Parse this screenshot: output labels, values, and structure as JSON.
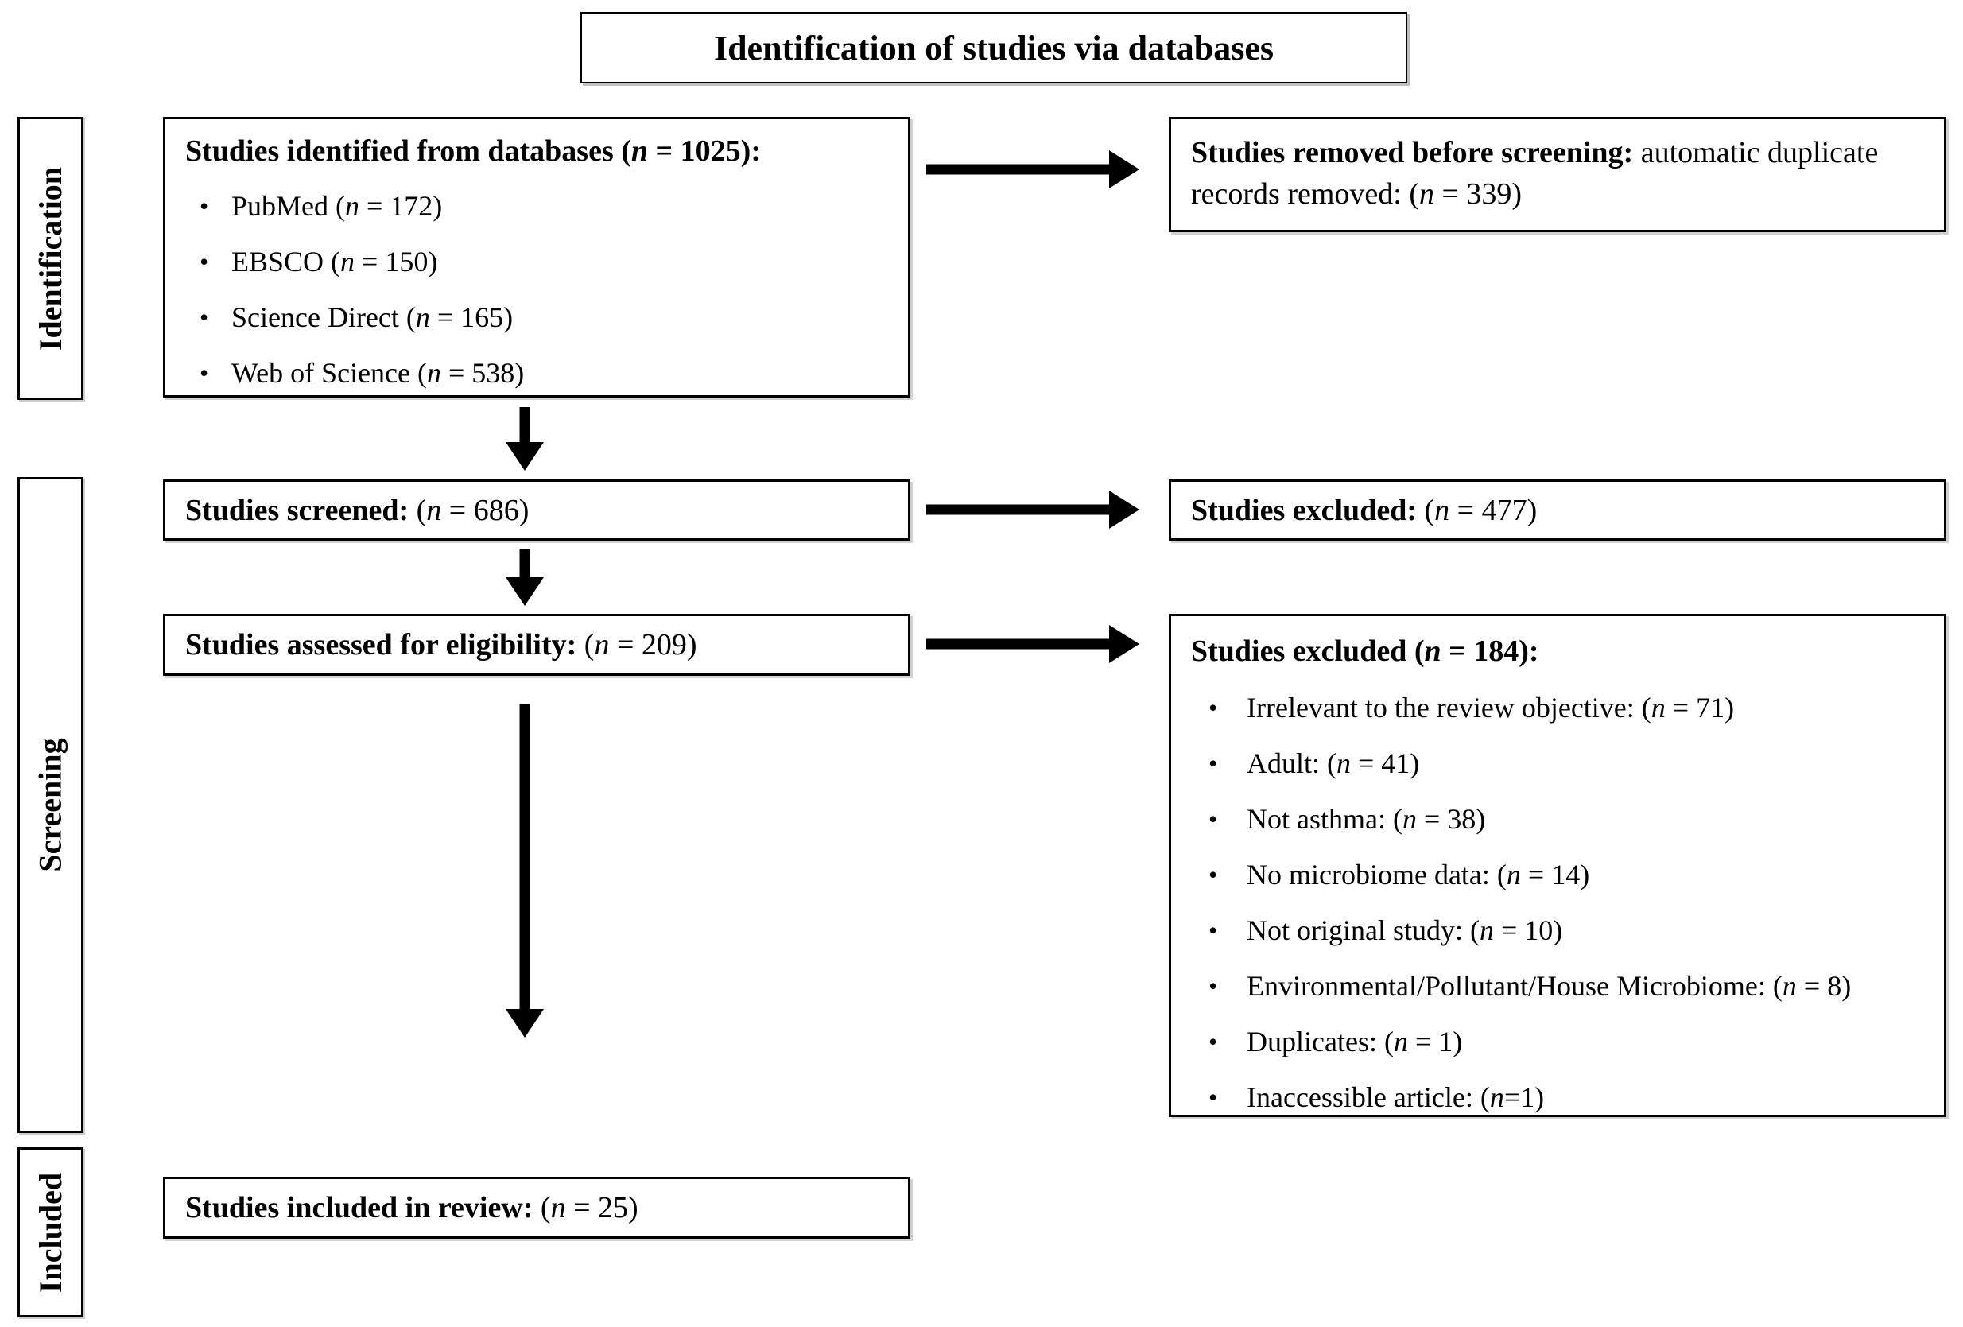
{
  "title": "Identification of studies via databases",
  "bullet_char": "•",
  "colors": {
    "line": "#000000",
    "background": "#ffffff",
    "text": "#000000"
  },
  "side_labels": {
    "identification": "Identification",
    "screening": "Screening",
    "included": "Included"
  },
  "boxes": {
    "identified": {
      "heading": [
        {
          "t": "Studies identified from databases (",
          "b": true
        },
        {
          "t": "n",
          "b": true,
          "i": true
        },
        {
          "t": " = 1025):",
          "b": true
        }
      ],
      "bullets": [
        [
          {
            "t": "PubMed ("
          },
          {
            "t": "n",
            "i": true
          },
          {
            "t": " = 172)"
          }
        ],
        [
          {
            "t": "EBSCO ("
          },
          {
            "t": "n",
            "i": true
          },
          {
            "t": " = 150)"
          }
        ],
        [
          {
            "t": "Science Direct ("
          },
          {
            "t": "n",
            "i": true
          },
          {
            "t": " = 165)"
          }
        ],
        [
          {
            "t": "Web of Science ("
          },
          {
            "t": "n",
            "i": true
          },
          {
            "t": " = 538)"
          }
        ]
      ]
    },
    "removed": {
      "text": [
        {
          "t": "Studies removed before screening:",
          "b": true
        },
        {
          "t": " automatic duplicate records removed: ("
        },
        {
          "t": "n",
          "i": true
        },
        {
          "t": " = 339)"
        }
      ]
    },
    "screened": {
      "text": [
        {
          "t": "Studies screened:",
          "b": true
        },
        {
          "t": " ("
        },
        {
          "t": "n",
          "i": true
        },
        {
          "t": " = 686)"
        }
      ]
    },
    "excluded_screened": {
      "text": [
        {
          "t": "Studies excluded:",
          "b": true
        },
        {
          "t": " ("
        },
        {
          "t": "n",
          "i": true
        },
        {
          "t": " = 477)"
        }
      ]
    },
    "assessed": {
      "text": [
        {
          "t": "Studies assessed for eligibility:",
          "b": true
        },
        {
          "t": " ("
        },
        {
          "t": "n",
          "i": true
        },
        {
          "t": " = 209)"
        }
      ]
    },
    "excluded_eligibility": {
      "heading": [
        {
          "t": "Studies excluded (",
          "b": true
        },
        {
          "t": "n",
          "b": true,
          "i": true
        },
        {
          "t": " = 184):",
          "b": true
        }
      ],
      "bullets": [
        [
          {
            "t": "Irrelevant to the review objective: ("
          },
          {
            "t": "n",
            "i": true
          },
          {
            "t": " = 71)"
          }
        ],
        [
          {
            "t": "Adult: ("
          },
          {
            "t": "n",
            "i": true
          },
          {
            "t": " = 41)"
          }
        ],
        [
          {
            "t": "Not asthma: ("
          },
          {
            "t": "n",
            "i": true
          },
          {
            "t": " = 38)"
          }
        ],
        [
          {
            "t": "No microbiome data: ("
          },
          {
            "t": "n",
            "i": true
          },
          {
            "t": " = 14)"
          }
        ],
        [
          {
            "t": "Not original study: ("
          },
          {
            "t": "n",
            "i": true
          },
          {
            "t": " = 10)"
          }
        ],
        [
          {
            "t": "Environmental/Pollutant/House Microbiome: ("
          },
          {
            "t": "n",
            "i": true
          },
          {
            "t": " = 8)"
          }
        ],
        [
          {
            "t": "Duplicates: ("
          },
          {
            "t": "n",
            "i": true
          },
          {
            "t": " = 1)"
          }
        ],
        [
          {
            "t": "Inaccessible article: ("
          },
          {
            "t": "n",
            "i": true
          },
          {
            "t": "=1)"
          }
        ]
      ]
    },
    "included": {
      "text": [
        {
          "t": "Studies included in review:",
          "b": true
        },
        {
          "t": " ("
        },
        {
          "t": "n",
          "i": true
        },
        {
          "t": " = 25)"
        }
      ]
    }
  }
}
